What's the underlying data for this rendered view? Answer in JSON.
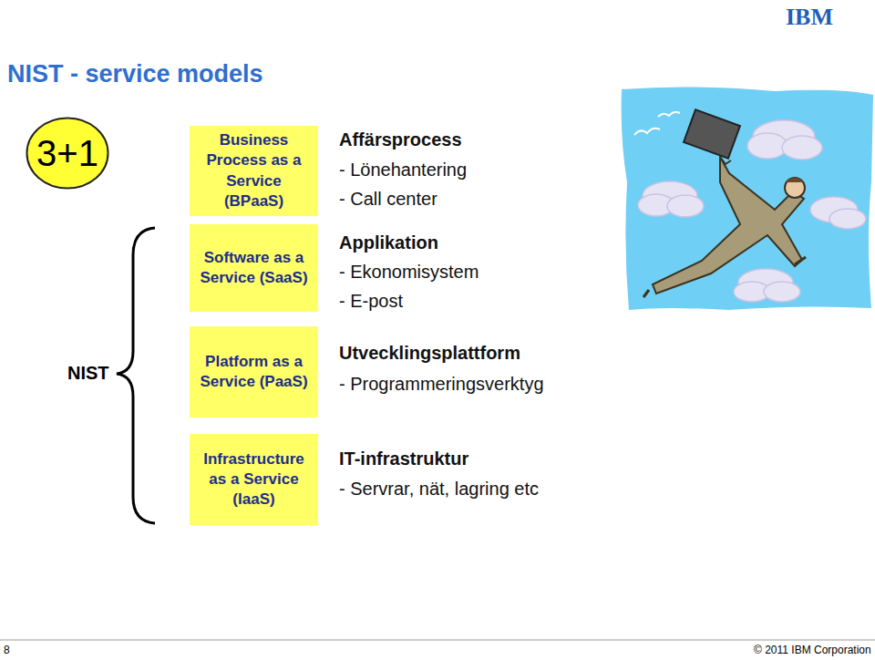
{
  "diagram": {
    "title": "NIST - service models",
    "nodes": [
      {
        "text": [
          "3+1"
        ]
      },
      {
        "text": [
          "Business Process as a Service (BPaaS)"
        ]
      },
      {
        "text": [
          "Software as a Service (SaaS)"
        ]
      },
      {
        "text": [
          "Platform as a Service (PaaS)"
        ]
      },
      {
        "text": [
          "Infrastructure as a Service (IaaS)"
        ]
      }
    ],
    "labels": [
      "IBM",
      "NIST",
      "Affärsprocess",
      "- Lönehantering",
      "- Call center",
      "Applikation",
      "- Ekonomisystem",
      "- E-post",
      "Utvecklingsplattform",
      "- Programmeringsverktyg",
      "IT-infrastruktur",
      "- Servrar, nät, lagring etc",
      "8",
      "© 2011 IBM Corporation"
    ]
  }
}
